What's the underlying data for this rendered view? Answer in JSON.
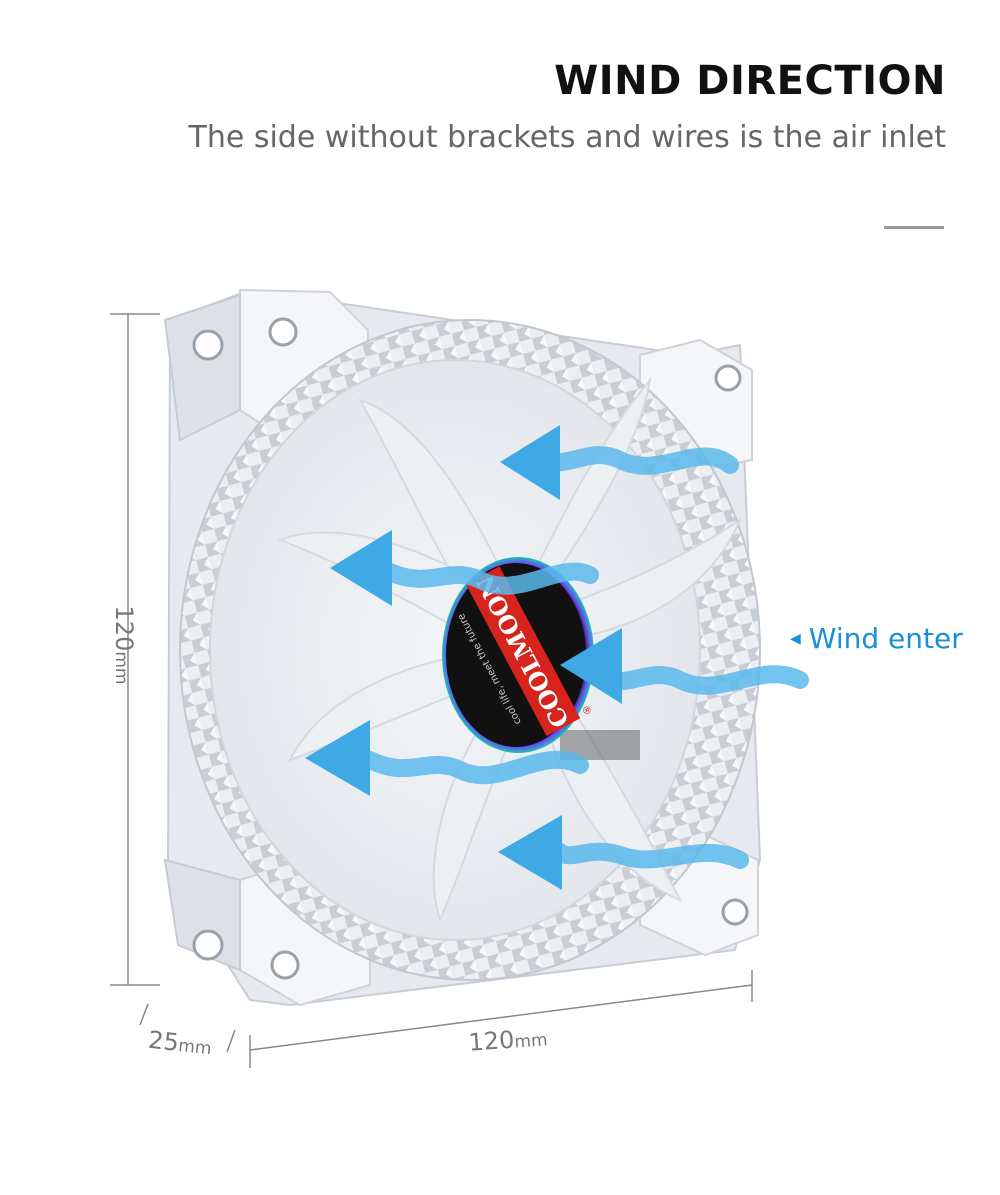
{
  "header": {
    "title": "WIND DIRECTION",
    "subtitle": "The side without brackets and wires is the air inlet"
  },
  "annotation": {
    "wind_enter": "Wind enter"
  },
  "dimensions": {
    "height_value": "120",
    "height_unit": "mm",
    "width_value": "120",
    "width_unit": "mm",
    "depth_value": "25",
    "depth_unit": "mm"
  },
  "product": {
    "brand": "COOLMOON",
    "tagline": "cool life, meet the future",
    "registered_mark": "®"
  },
  "colors": {
    "accent_blue": "#1a8fd8",
    "arrow_blue": "#5ab8ec",
    "logo_red": "#d6241d",
    "hub_black": "#111111"
  }
}
